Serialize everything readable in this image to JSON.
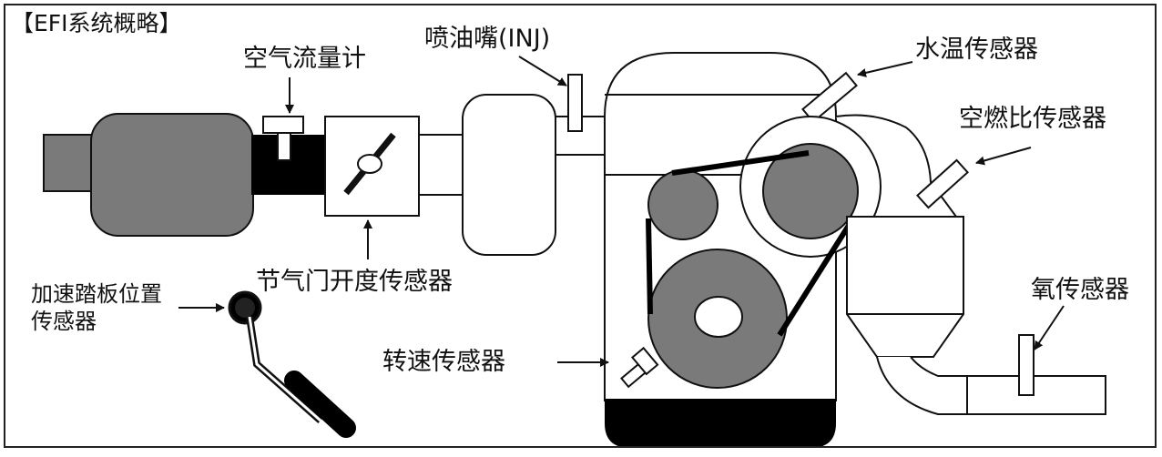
{
  "title": "【EFI系统概略】",
  "labels": {
    "air_flow_meter": "空气流量计",
    "injector": "喷油嘴(INJ)",
    "water_temp_sensor": "水温传感器",
    "air_fuel_ratio_sensor": "空燃比传感器",
    "throttle_position_sensor": "节气门开度传感器",
    "pedal_position_line1": "加速踏板位置",
    "pedal_position_line2": "传感器",
    "speed_sensor": "转速传感器",
    "oxygen_sensor": "氧传感器"
  },
  "colors": {
    "line": "#111111",
    "component_fill": "#7a7a7a",
    "dark_fill": "#000000",
    "background": "#ffffff"
  }
}
